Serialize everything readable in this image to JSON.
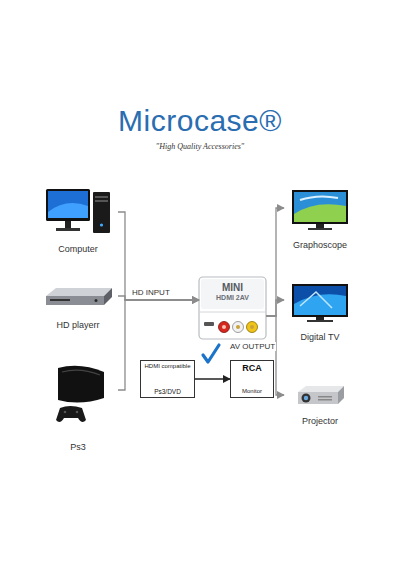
{
  "diagram": {
    "title": "Microcase®",
    "nodes": [
      {
        "text": [
          "Computer"
        ]
      },
      {
        "text": [
          "HD playerr"
        ]
      },
      {
        "text": [
          "Ps3"
        ]
      },
      {
        "text": [
          "MINI",
          "HDMI 2AV"
        ]
      },
      {
        "text": [
          "Graphoscope"
        ]
      },
      {
        "text": [
          "Digital TV"
        ]
      },
      {
        "text": [
          "Projector"
        ]
      },
      {
        "text": [
          "HDMI compatible",
          "Ps3/DVD"
        ]
      },
      {
        "text": [
          "RCA",
          "Monitor"
        ]
      }
    ],
    "edges": [
      {
        "from": 0,
        "to": 3,
        "arrow": "to"
      },
      {
        "from": 1,
        "to": 3,
        "label": "HD INPUT",
        "arrow": "to"
      },
      {
        "from": 2,
        "to": 3,
        "arrow": "to"
      },
      {
        "from": 3,
        "to": 4,
        "arrow": "to"
      },
      {
        "from": 3,
        "to": 5,
        "label": "AV OUTPUT",
        "arrow": "to"
      },
      {
        "from": 3,
        "to": 6,
        "arrow": "to"
      },
      {
        "from": 7,
        "to": 8,
        "arrow": "to"
      }
    ],
    "labels": [
      "\"High Quality Accessories\""
    ]
  }
}
